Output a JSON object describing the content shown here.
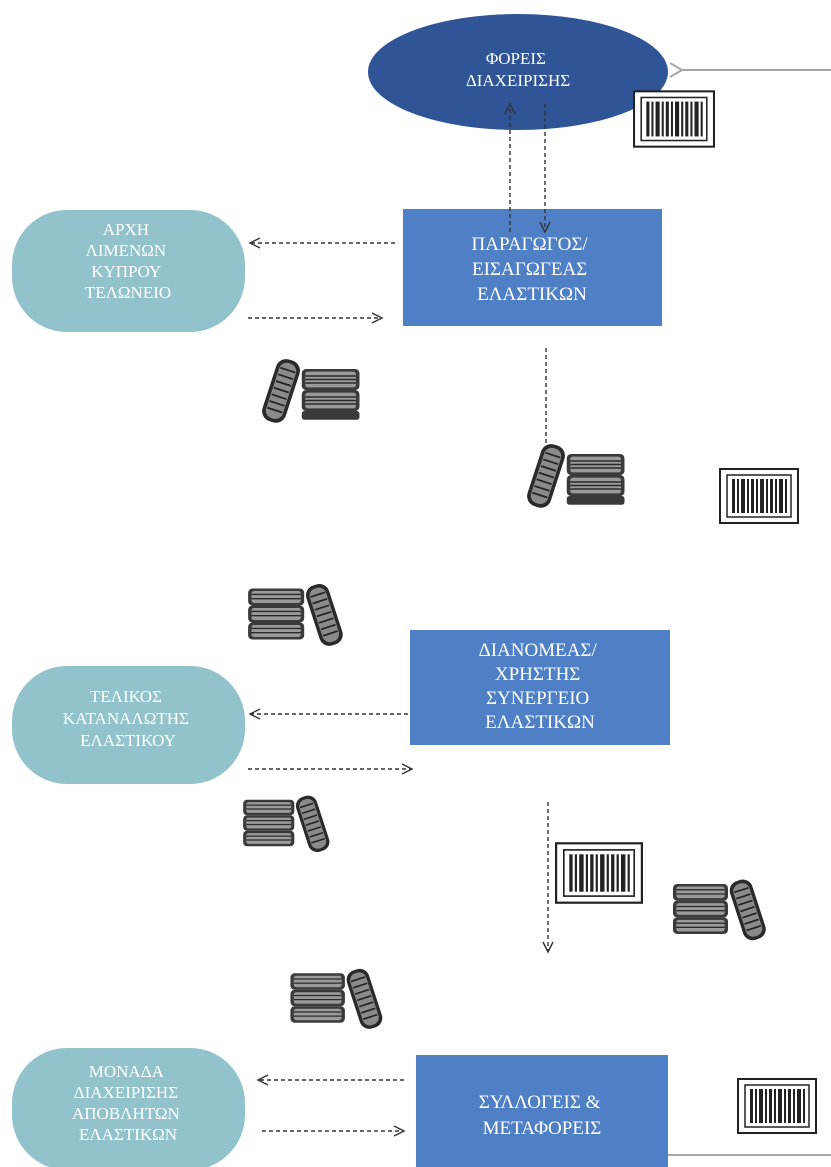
{
  "nodes": {
    "management": {
      "lines": [
        "ΦΟΡΕΙΣ",
        "ΔΙΑΧΕΙΡΙΣΗΣ"
      ]
    },
    "producer": {
      "lines": [
        "ΠΑΡΑΓΩΓΟΣ/",
        "ΕΙΣΑΓΩΓΕΑΣ",
        "ΕΛΑΣΤΙΚΩΝ"
      ]
    },
    "customs": {
      "lines": [
        "ΑΡΧΗ",
        "ΛΙΜΕΝΩΝ",
        "ΚΥΠΡΟΥ",
        "ΤΕΛΩΝΕΙΟ"
      ]
    },
    "distributor": {
      "lines": [
        "ΔΙΑΝΟΜΕΑΣ/",
        "ΧΡΗΣΤΗΣ",
        "ΣΥΝΕΡΓΕΙΟ",
        "ΕΛΑΣΤΙΚΩΝ"
      ]
    },
    "consumer": {
      "lines": [
        "ΤΕΛΙΚΟΣ",
        "ΚΑΤΑΝΑΛΩΤΗΣ",
        "ΕΛΑΣΤΙΚΟΥ"
      ]
    },
    "collectors": {
      "lines": [
        "ΣΥΛΛΟΓΕΙΣ &",
        "ΜΕΤΑΦΟΡΕΙΣ"
      ]
    },
    "waste_unit": {
      "lines": [
        "ΜΟΝΑΔΑ",
        "ΔΙΑΧΕΙΡΙΣΗΣ",
        "ΑΠΟΒΛΗΤΩΝ",
        "ΕΛΑΣΤΙΚΩΝ"
      ]
    }
  },
  "icons": {
    "tire": "tire-stack-icon",
    "barcode": "barcode-icon"
  },
  "colors": {
    "ellipse": "#2f5597",
    "box": "#4f7fc4",
    "pill": "#92c3cd",
    "arrow": "#333333",
    "return_line": "#a6a6a6"
  }
}
